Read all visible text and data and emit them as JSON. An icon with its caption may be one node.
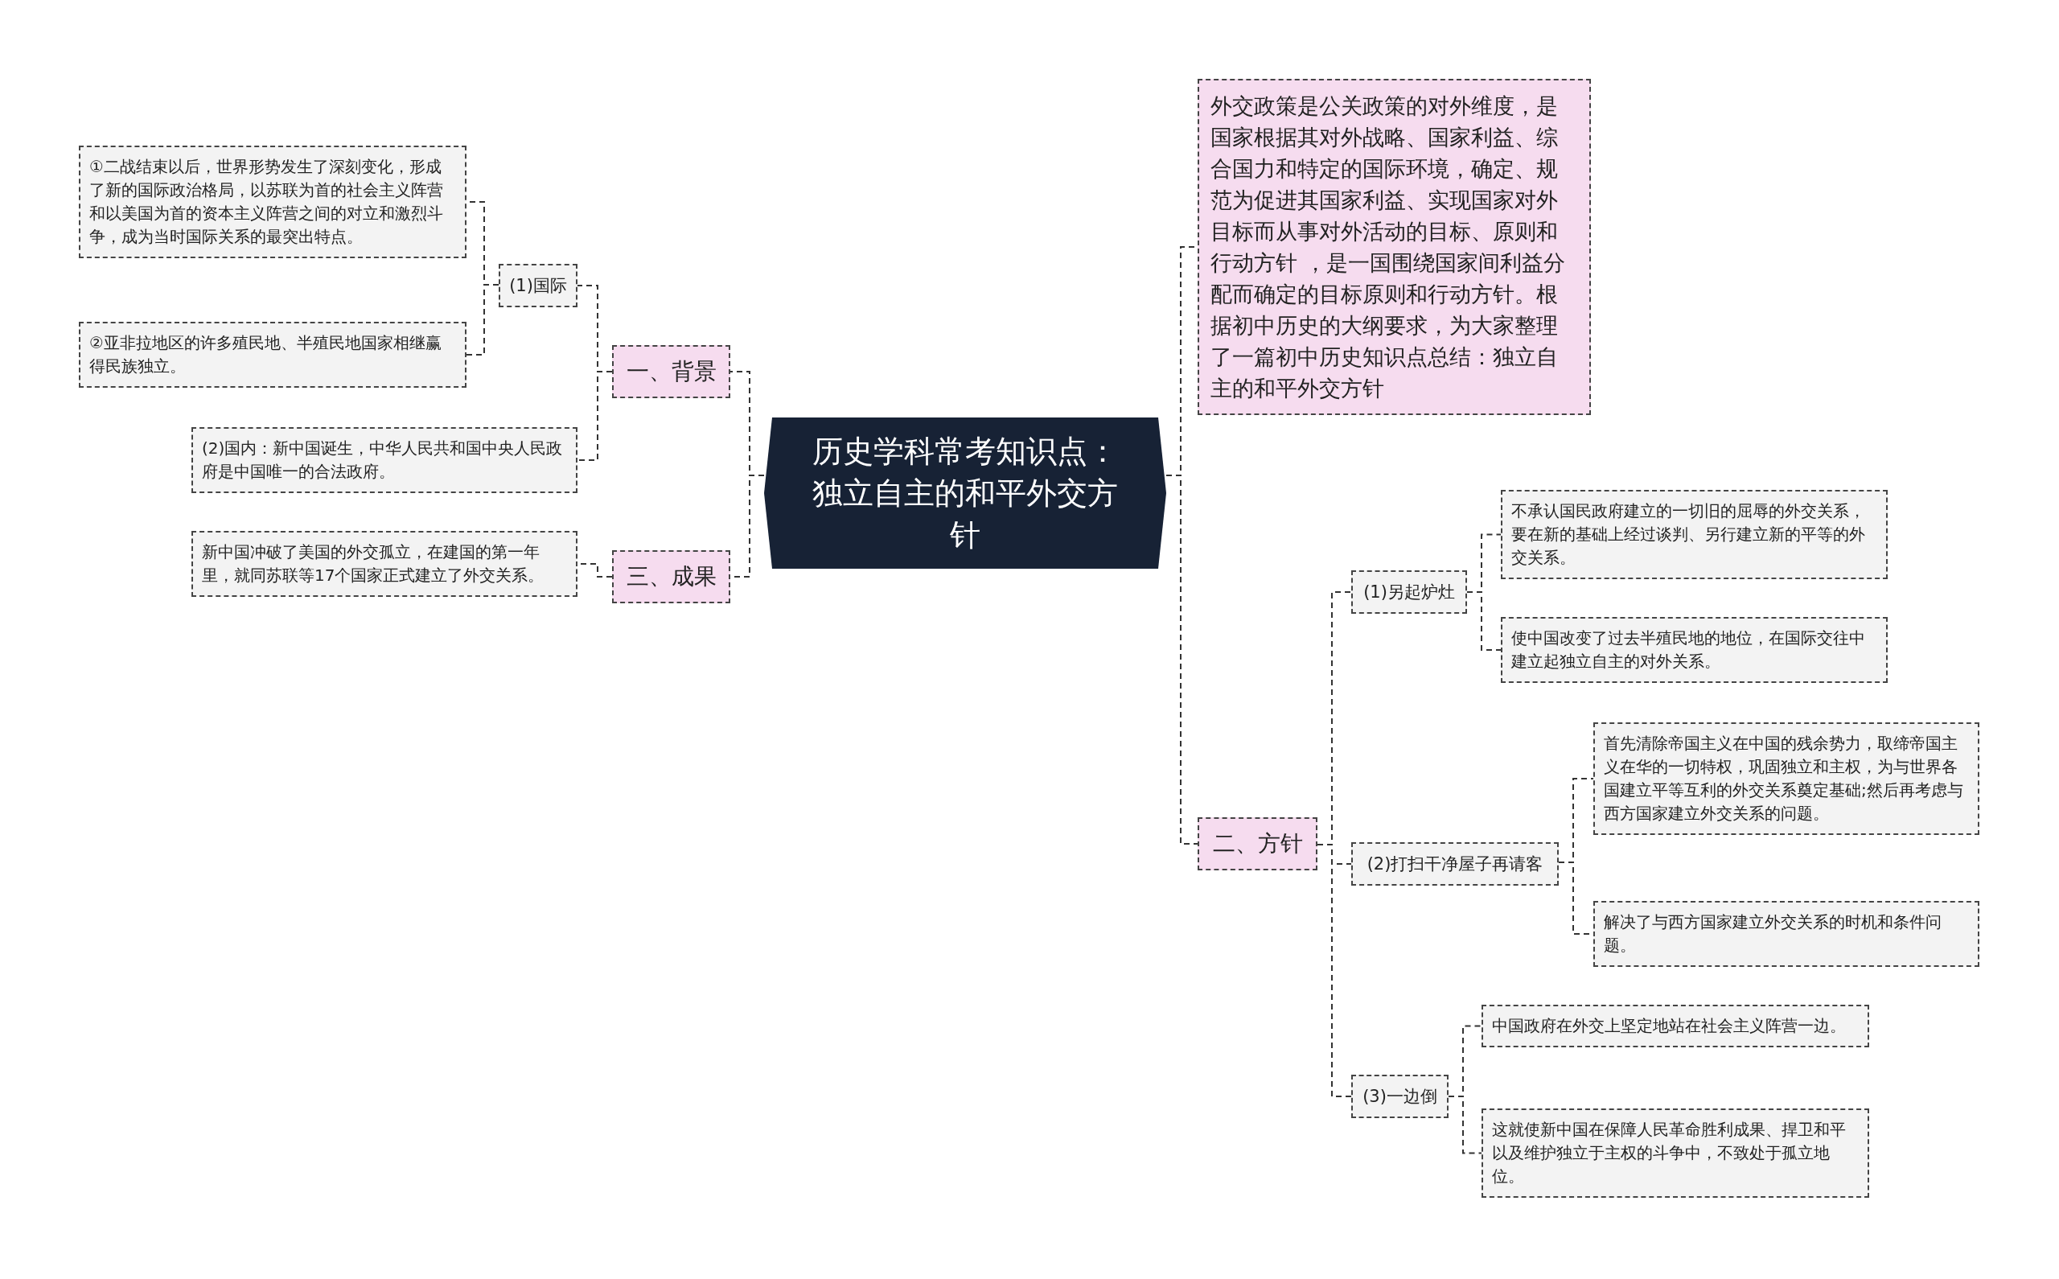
{
  "diagram": {
    "nodes": [
      {
        "text": [
          "历史学科常考知识点：独立自主的和平外交方针"
        ]
      },
      {
        "text": [
          "一、背景"
        ]
      },
      {
        "text": [
          "(1)国际"
        ]
      },
      {
        "text": [
          "①二战结束以后，世界形势发生了深刻变化，形成了新的国际政治格局，以苏联为首的社会主义阵营和以美国为首的资本主义阵营之间的对立和激烈斗争，成为当时国际关系的最突出特点。"
        ]
      },
      {
        "text": [
          "②亚非拉地区的许多殖民地、半殖民地国家相继赢得民族独立。"
        ]
      },
      {
        "text": [
          "(2)国内：新中国诞生，中华人民共和国中央人民政府是中国唯一的合法政府。"
        ]
      },
      {
        "text": [
          "三、成果"
        ]
      },
      {
        "text": [
          "新中国冲破了美国的外交孤立，在建国的第一年里，就同苏联等17个国家正式建立了外交关系。"
        ]
      },
      {
        "text": [
          "外交政策是公关政策的对外维度，是国家根据其对外战略、国家利益、综合国力和特定的国际环境，确定、规范为促进其国家利益、实现国家对外目标而从事对外活动的目标、原则和行动方针 ，是一国围绕国家间利益分配而确定的目标原则和行动方针。根据初中历史的大纲要求，为大家整理了一篇初中历史知识点总结：独立自主的和平外交方针"
        ]
      },
      {
        "text": [
          "二、方针"
        ]
      },
      {
        "text": [
          "(1)另起炉灶"
        ]
      },
      {
        "text": [
          "不承认国民政府建立的一切旧的屈辱的外交关系，要在新的基础上经过谈判、另行建立新的平等的外交关系。"
        ]
      },
      {
        "text": [
          "使中国改变了过去半殖民地的地位，在国际交往中建立起独立自主的对外关系。"
        ]
      },
      {
        "text": [
          "(2)打扫干净屋子再请客"
        ]
      },
      {
        "text": [
          "首先清除帝国主义在中国的残余势力，取缔帝国主义在华的一切特权，巩固独立和主权，为与世界各国建立平等互利的外交关系奠定基础;然后再考虑与西方国家建立外交关系的问题。"
        ]
      },
      {
        "text": [
          "解决了与西方国家建立外交关系的时机和条件问题。"
        ]
      },
      {
        "text": [
          "(3)一边倒"
        ]
      },
      {
        "text": [
          "中国政府在外交上坚定地站在社会主义阵营一边。"
        ]
      },
      {
        "text": [
          "这就使新中国在保障人民革命胜利成果、捍卫和平以及维护独立于主权的斗争中，不致处于孤立地位。"
        ]
      }
    ],
    "edges": [
      {
        "from": 0,
        "to": 1,
        "arrow": "none"
      },
      {
        "from": 1,
        "to": 2,
        "arrow": "none"
      },
      {
        "from": 2,
        "to": 3,
        "arrow": "none"
      },
      {
        "from": 2,
        "to": 4,
        "arrow": "none"
      },
      {
        "from": 1,
        "to": 5,
        "arrow": "none"
      },
      {
        "from": 0,
        "to": 6,
        "arrow": "none"
      },
      {
        "from": 6,
        "to": 7,
        "arrow": "none"
      },
      {
        "from": 0,
        "to": 8,
        "arrow": "none"
      },
      {
        "from": 0,
        "to": 9,
        "arrow": "none"
      },
      {
        "from": 9,
        "to": 10,
        "arrow": "none"
      },
      {
        "from": 10,
        "to": 11,
        "arrow": "none"
      },
      {
        "from": 10,
        "to": 12,
        "arrow": "none"
      },
      {
        "from": 9,
        "to": 13,
        "arrow": "none"
      },
      {
        "from": 13,
        "to": 14,
        "arrow": "none"
      },
      {
        "from": 13,
        "to": 15,
        "arrow": "none"
      },
      {
        "from": 9,
        "to": 16,
        "arrow": "none"
      },
      {
        "from": 16,
        "to": 17,
        "arrow": "none"
      },
      {
        "from": 16,
        "to": 18,
        "arrow": "none"
      }
    ]
  }
}
